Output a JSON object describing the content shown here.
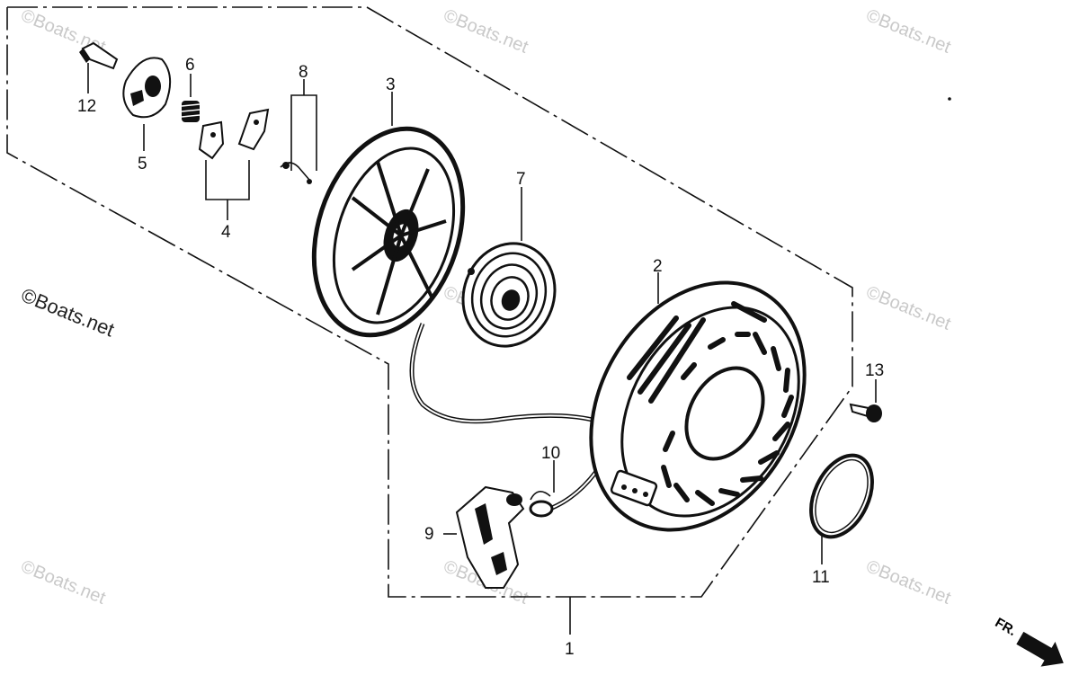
{
  "watermark": "©Boats.net",
  "watermark_main": "©Boats.net",
  "direction_label": "FR.",
  "callouts": {
    "c1": "1",
    "c2": "2",
    "c3": "3",
    "c4": "4",
    "c5": "5",
    "c6": "6",
    "c7": "7",
    "c8": "8",
    "c9": "9",
    "c10": "10",
    "c11": "11",
    "c12": "12",
    "c13": "13"
  }
}
